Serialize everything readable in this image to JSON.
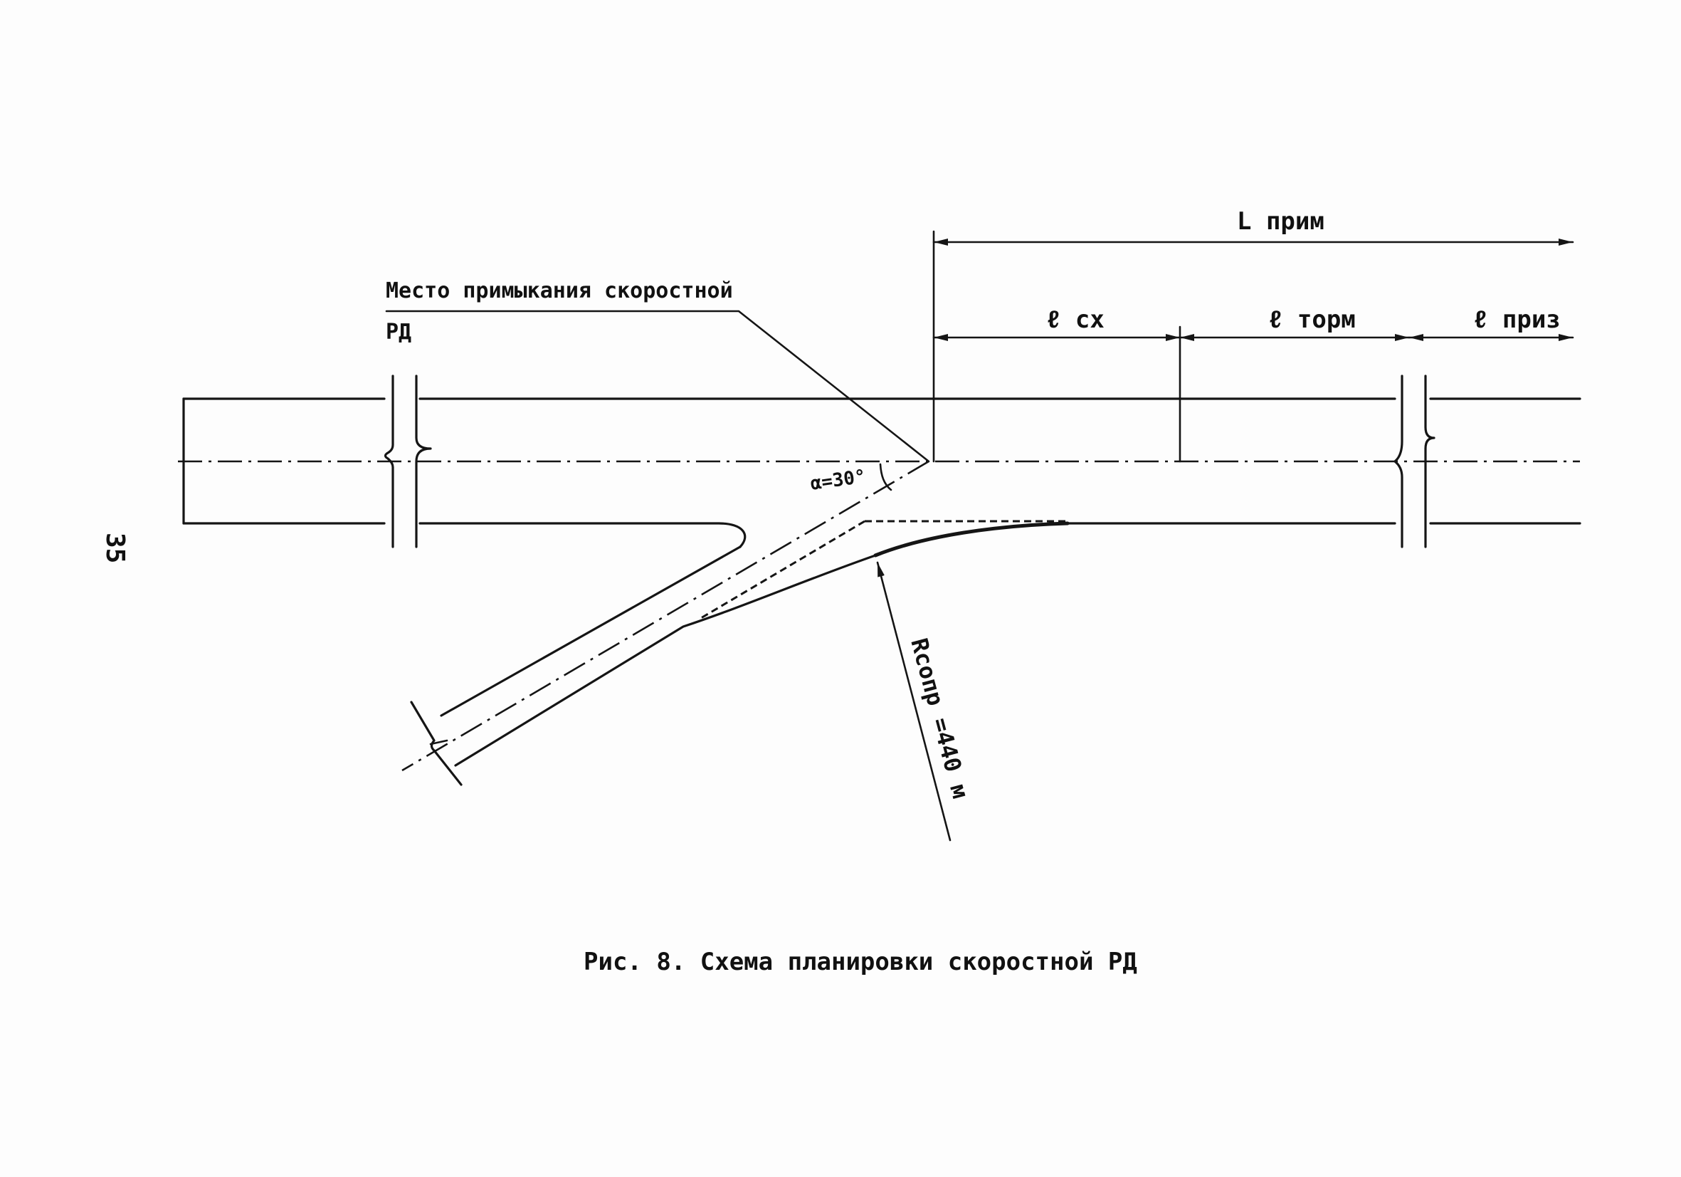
{
  "page_number": "35",
  "labels": {
    "junction_line1": "Место примыкания скоростной",
    "junction_line2": "РД",
    "L_prim": "L прим",
    "l_sx": "ℓ сх",
    "l_torm": "ℓ торм",
    "l_priz": "ℓ приз",
    "angle": "α=30°",
    "radius": "Rсопр =440 м"
  },
  "caption": "Рис. 8. Схема планировки скоростной РД"
}
